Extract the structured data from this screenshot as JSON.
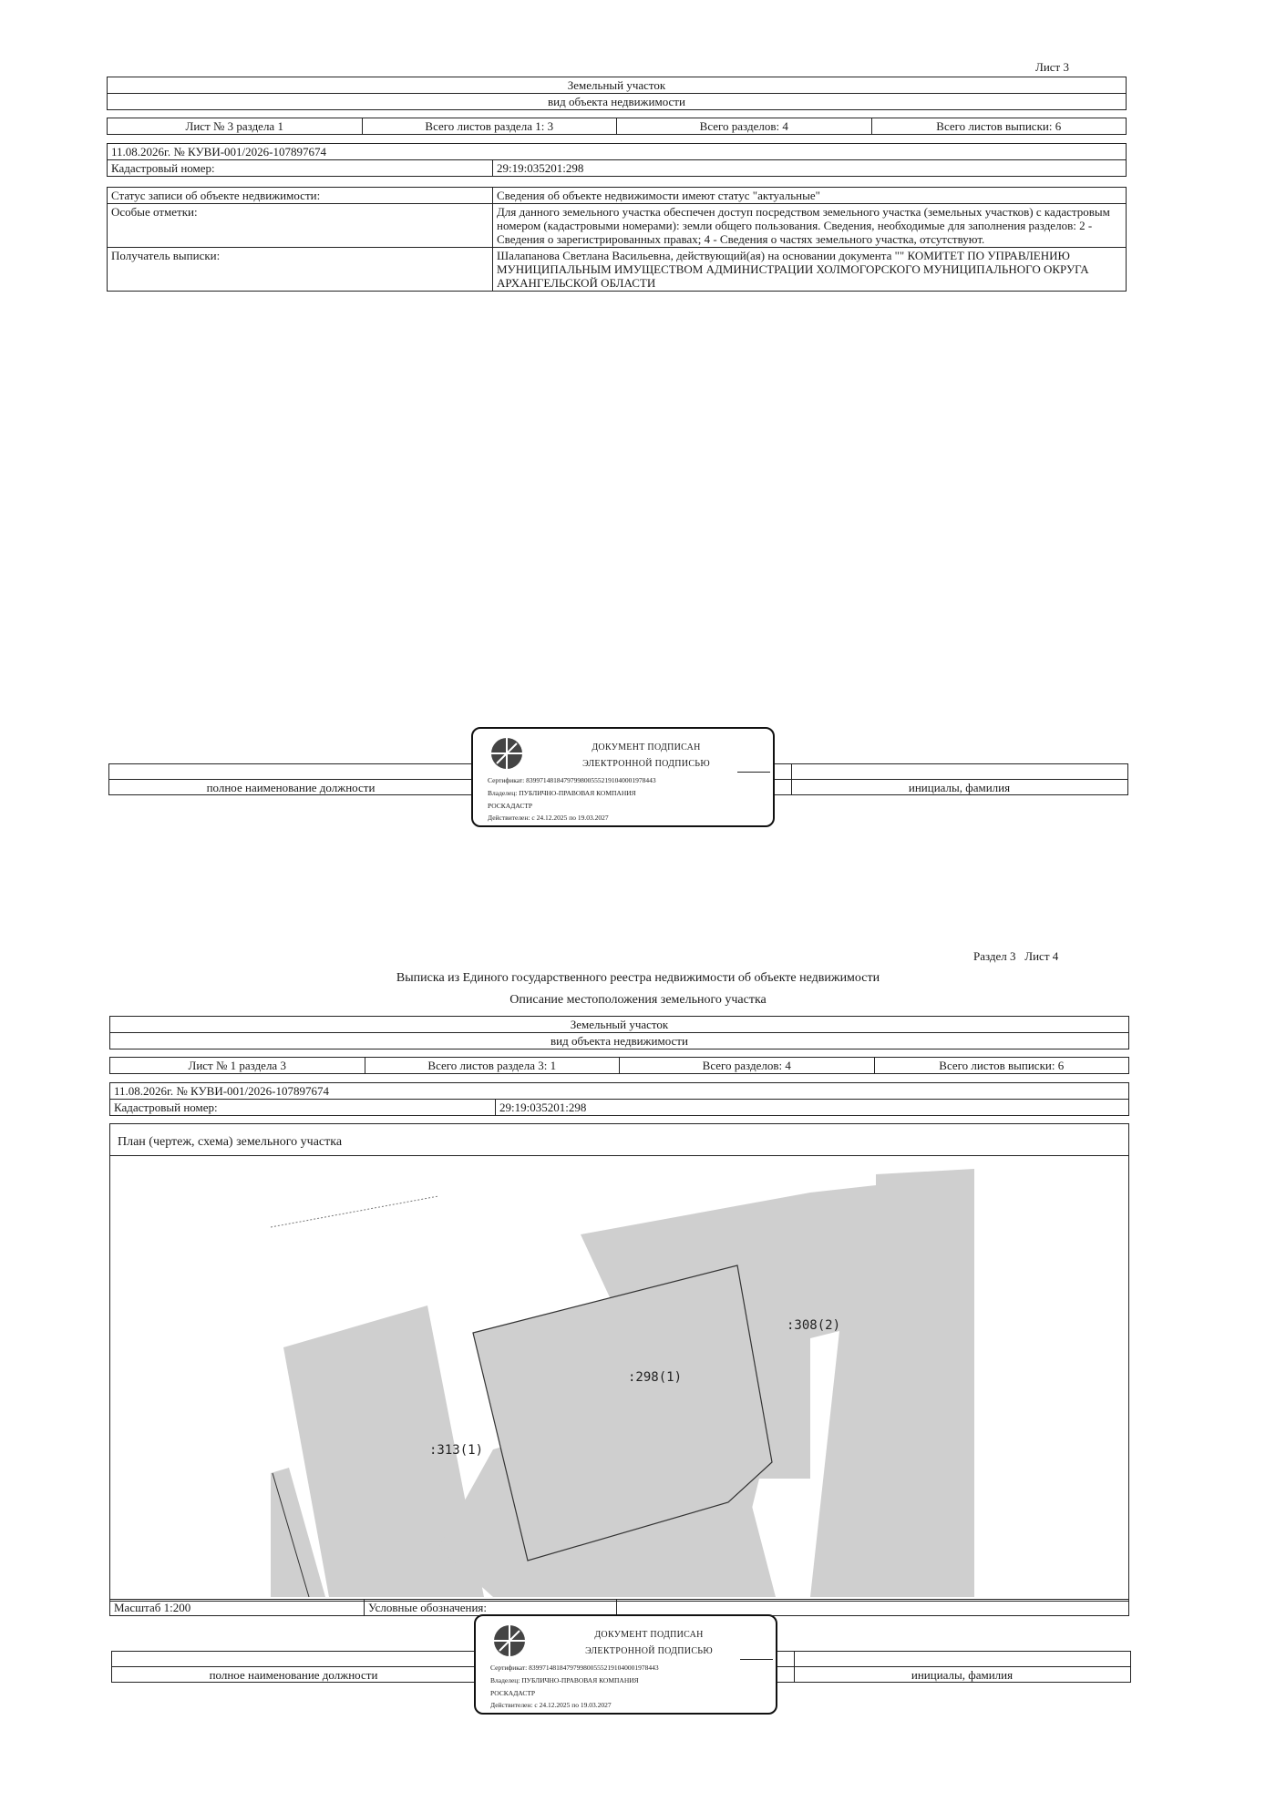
{
  "page1": {
    "sheet_label": "Лист 3",
    "object_type": "Земельный участок",
    "object_type_caption": "вид объекта недвижимости",
    "header_cells": [
      "Лист № 3 раздела 1",
      "Всего листов раздела 1: 3",
      "Всего разделов: 4",
      "Всего листов выписки: 6"
    ],
    "doc_number": "11.08.2026г. № КУВИ-001/2026-107897674",
    "cadastral_label": "Кадастровый номер:",
    "cadastral_value": "29:19:035201:298",
    "rows": [
      {
        "label": "Статус записи об объекте недвижимости:",
        "value": "Сведения об объекте недвижимости имеют статус \"актуальные\""
      },
      {
        "label": "Особые отметки:",
        "value": "Для данного земельного участка обеспечен доступ посредством земельного участка (земельных участков) с кадастровым номером (кадастровыми номерами): земли общего пользования. Сведения, необходимые для заполнения разделов: 2 - Сведения о зарегистрированных правах; 4 - Сведения о частях земельного участка, отсутствуют."
      },
      {
        "label": "Получатель выписки:",
        "value": "Шалапанова Светлана Васильевна, действующий(ая) на основании документа \"\" КОМИТЕТ ПО УПРАВЛЕНИЮ МУНИЦИПАЛЬНЫМ ИМУЩЕСТВОМ АДМИНИСТРАЦИИ ХОЛМОГОРСКОГО МУНИЦИПАЛЬНОГО ОКРУГА АРХАНГЕЛЬСКОЙ ОБЛАСТИ"
      }
    ],
    "sign_position": "полное наименование должности",
    "sign_name": "инициалы, фамилия"
  },
  "stamp": {
    "line1": "ДОКУМЕНТ ПОДПИСАН",
    "line2": "ЭЛЕКТРОННОЙ ПОДПИСЬЮ",
    "cert": "Сертификат: 83997148184797998005552191040001978443",
    "owner": "Владелец: ПУБЛИЧНО-ПРАВОВАЯ КОМПАНИЯ",
    "owner2": "РОСКАДАСТР",
    "valid": "Действителен: с 24.12.2025 по 19.03.2027"
  },
  "page2": {
    "sheet_label": "Раздел 3   Лист 4",
    "title": "Выписка из Единого государственного реестра недвижимости об объекте недвижимости",
    "subtitle": "Описание местоположения земельного участка",
    "object_type": "Земельный участок",
    "object_type_caption": "вид объекта недвижимости",
    "header_cells": [
      "Лист № 1 раздела 3",
      "Всего листов раздела 3: 1",
      "Всего разделов: 4",
      "Всего листов выписки: 6"
    ],
    "doc_number": "11.08.2026г. № КУВИ-001/2026-107897674",
    "cadastral_label": "Кадастровый номер:",
    "cadastral_value": "29:19:035201:298",
    "plan_caption": "План (чертеж, схема) земельного участка",
    "plan_labels": [
      ":298(1)",
      ":308(2)",
      ":313(1)"
    ],
    "scale": "Масштаб 1:200",
    "legend": "Условные обозначения:",
    "sign_position": "полное наименование должности",
    "sign_name": "инициалы, фамилия"
  }
}
